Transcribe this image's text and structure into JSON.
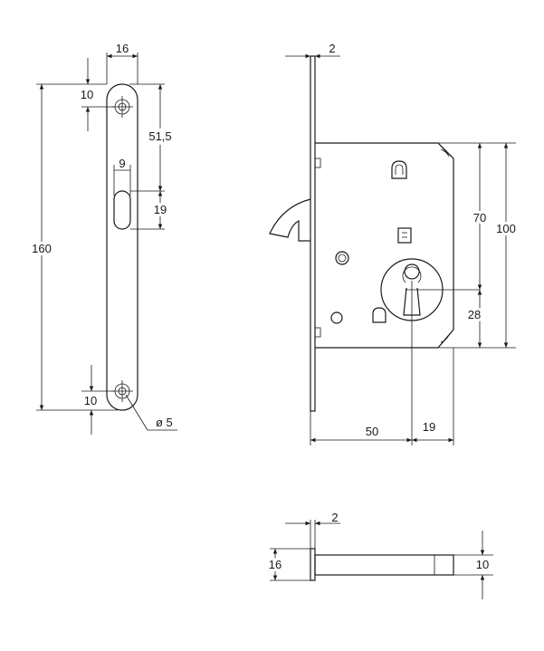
{
  "labels": {
    "plate_width": "16",
    "top_offset": "10",
    "hole_pitch": "51,5",
    "slot_width": "9",
    "slot_height": "19",
    "overall_height": "160",
    "bottom_offset": "10",
    "hole_diameter": "ø 5",
    "faceplate_thickness": "2",
    "case_height_upper": "70",
    "case_height": "100",
    "key_to_bottom": "28",
    "backset": "50",
    "key_to_back": "19",
    "bottom_thickness": "2",
    "bottom_height": "16",
    "bolt_height": "10"
  }
}
